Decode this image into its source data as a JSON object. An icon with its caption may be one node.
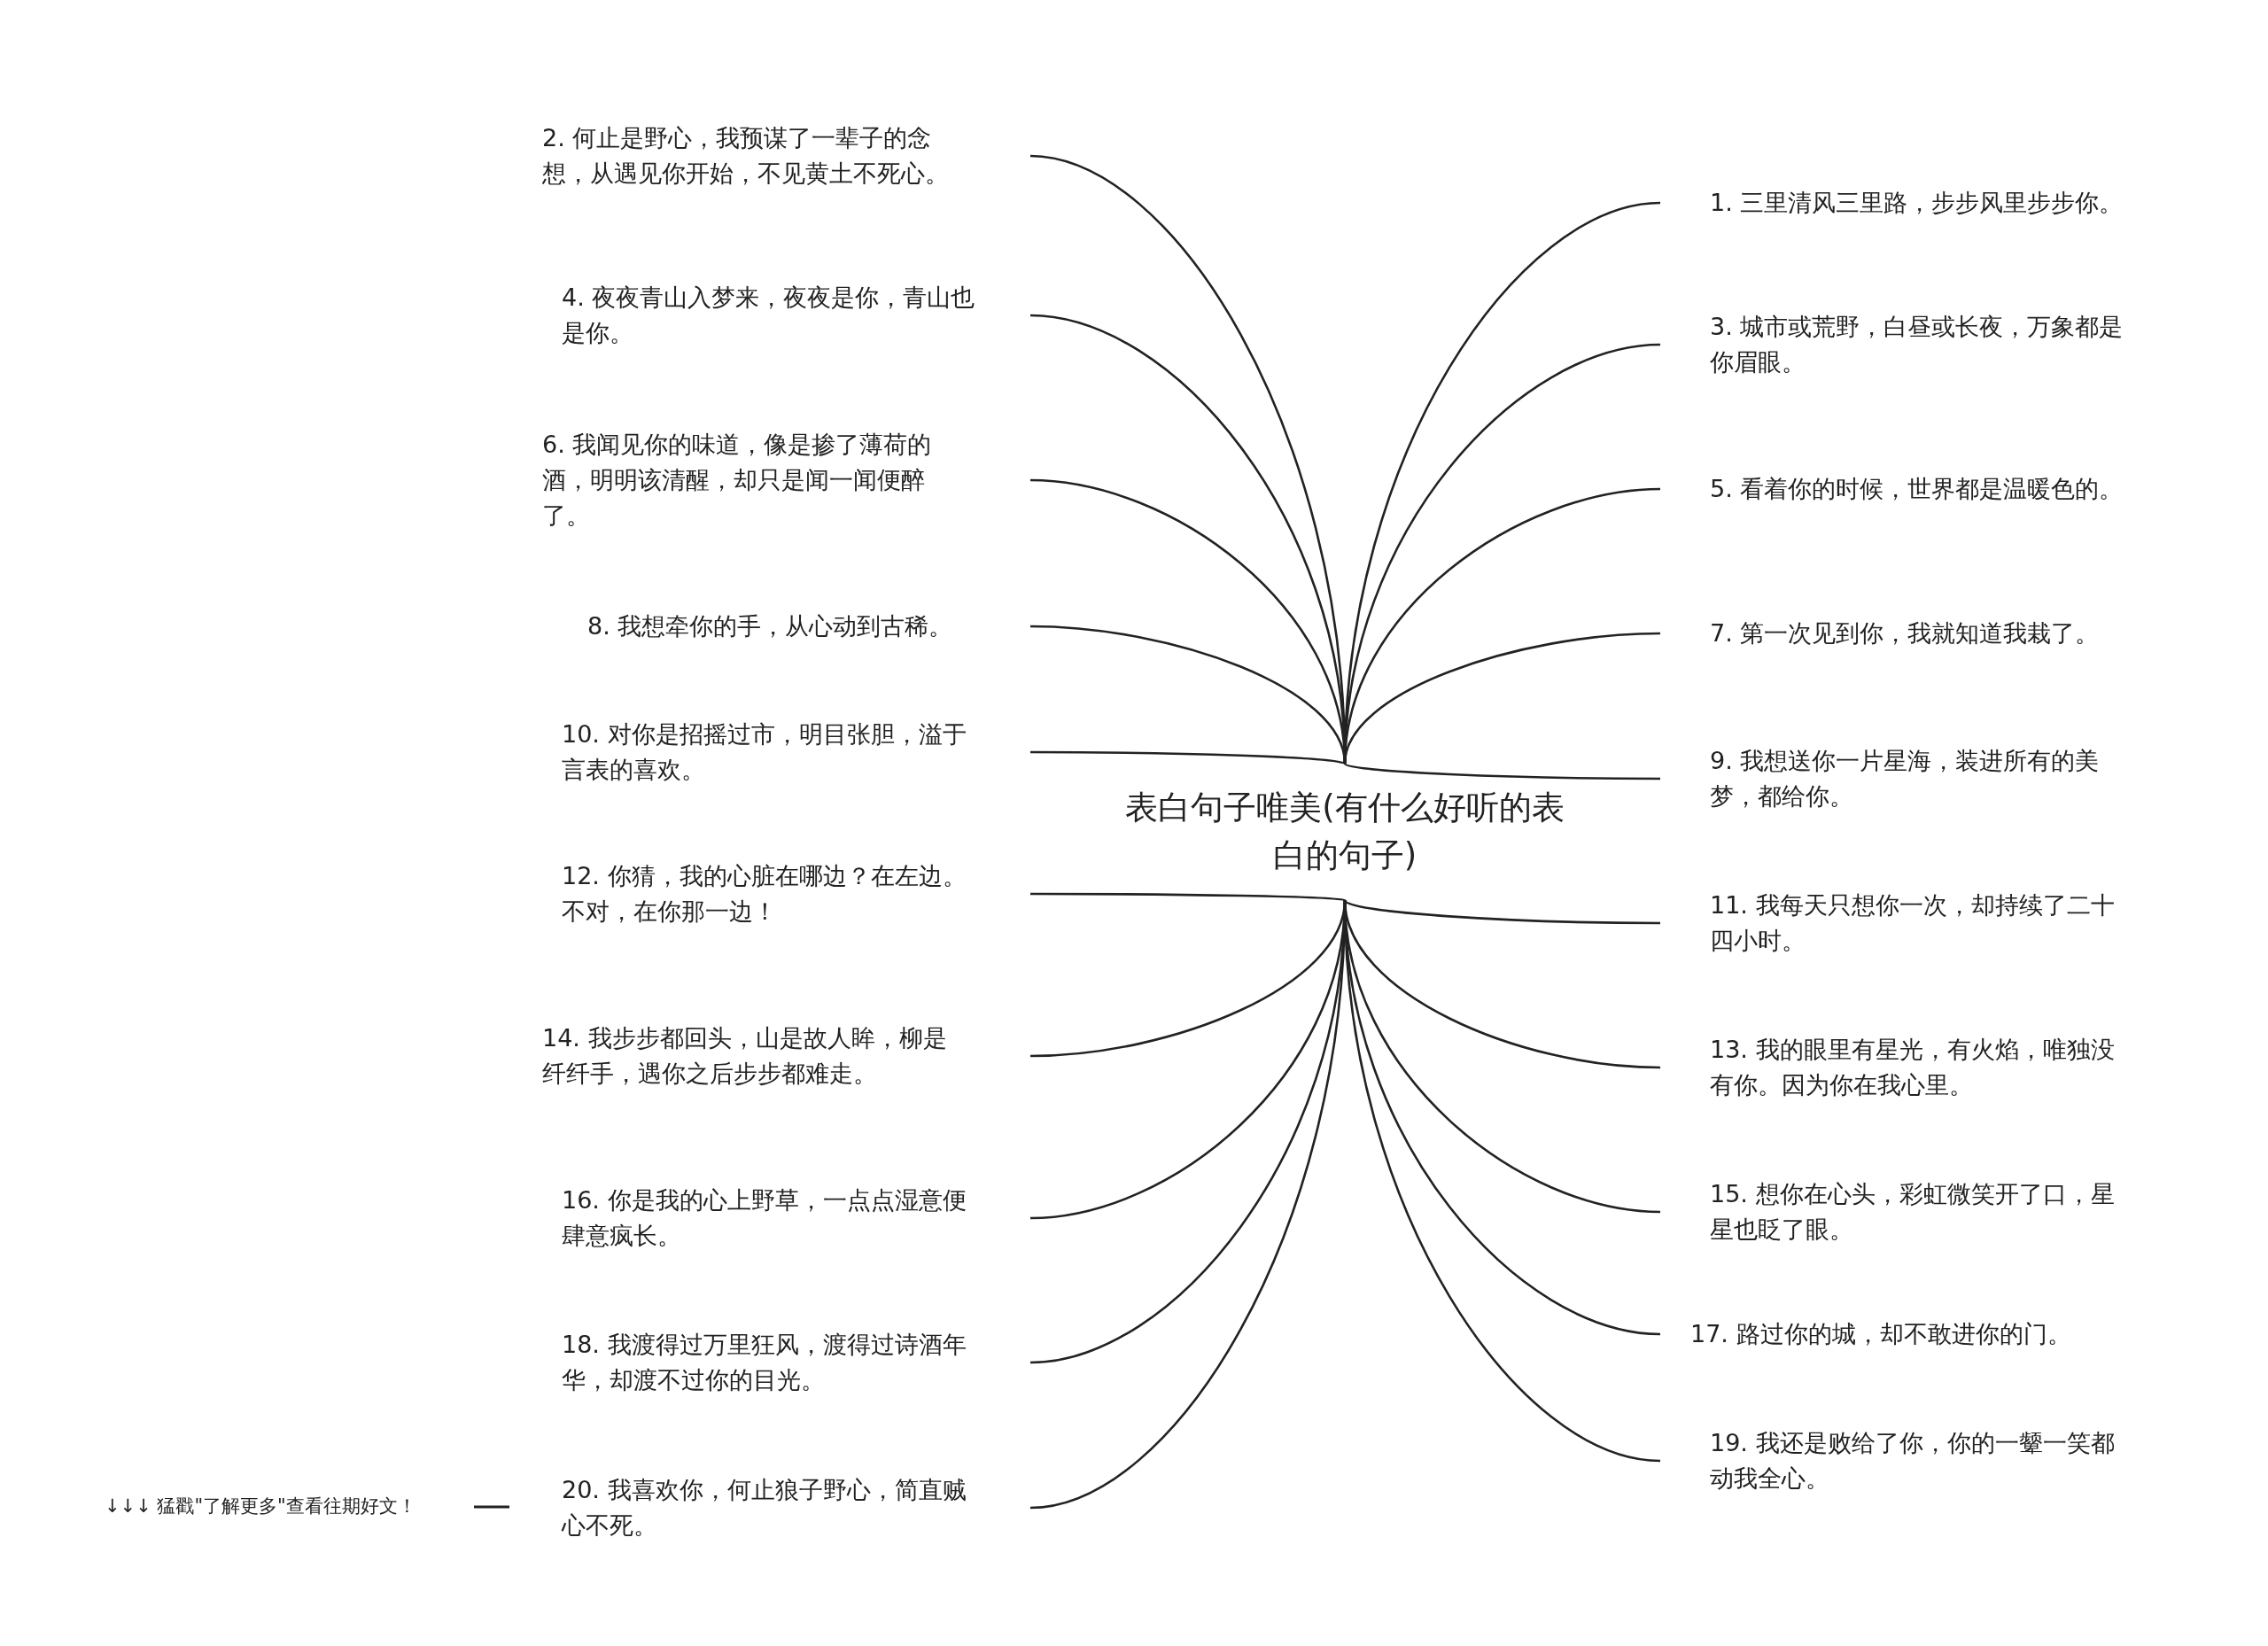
{
  "diagram": {
    "nodes": [
      {
        "text": [
          "表白句子唯美(有什么好听的表白的句子)"
        ]
      },
      {
        "text": [
          "1. 三里清风三里路，步步风里步步你。"
        ]
      },
      {
        "text": [
          "2. 何止是野心，我预谋了一辈子的念想，从遇见你开始，不见黄土不死心。"
        ]
      },
      {
        "text": [
          "3. 城市或荒野，白昼或长夜，万象都是你眉眼。"
        ]
      },
      {
        "text": [
          "4. 夜夜青山入梦来，夜夜是你，青山也是你。"
        ]
      },
      {
        "text": [
          "5. 看着你的时候，世界都是温暖色的。"
        ]
      },
      {
        "text": [
          "6. 我闻见你的味道，像是掺了薄荷的酒，明明该清醒，却只是闻一闻便醉了。"
        ]
      },
      {
        "text": [
          "7. 第一次见到你，我就知道我栽了。"
        ]
      },
      {
        "text": [
          "8. 我想牵你的手，从心动到古稀。"
        ]
      },
      {
        "text": [
          "9. 我想送你一片星海，装进所有的美梦，都给你。"
        ]
      },
      {
        "text": [
          "10. 对你是招摇过市，明目张胆，溢于言表的喜欢。"
        ]
      },
      {
        "text": [
          "11. 我每天只想你一次，却持续了二十四小时。"
        ]
      },
      {
        "text": [
          "12. 你猜，我的心脏在哪边？在左边。不对，在你那一边！"
        ]
      },
      {
        "text": [
          "13. 我的眼里有星光，有火焰，唯独没有你。因为你在我心里。"
        ]
      },
      {
        "text": [
          "14. 我步步都回头，山是故人眸，柳是纤纤手，遇你之后步步都难走。"
        ]
      },
      {
        "text": [
          "15. 想你在心头，彩虹微笑开了口，星星也眨了眼。"
        ]
      },
      {
        "text": [
          "16. 你是我的心上野草，一点点湿意便肆意疯长。"
        ]
      },
      {
        "text": [
          "17. 路过你的城，却不敢进你的门。"
        ]
      },
      {
        "text": [
          "18. 我渡得过万里狂风，渡得过诗酒年华，却渡不过你的目光。"
        ]
      },
      {
        "text": [
          "19. 我还是败给了你，你的一颦一笑都动我全心。"
        ]
      },
      {
        "text": [
          "20. 我喜欢你，何止狼子野心，简直贼心不死。"
        ]
      }
    ],
    "edges": [
      {
        "from": 0,
        "to": 1,
        "arrow": "none"
      },
      {
        "from": 0,
        "to": 2,
        "arrow": "none"
      },
      {
        "from": 0,
        "to": 3,
        "arrow": "none"
      },
      {
        "from": 0,
        "to": 4,
        "arrow": "none"
      },
      {
        "from": 0,
        "to": 5,
        "arrow": "none"
      },
      {
        "from": 0,
        "to": 6,
        "arrow": "none"
      },
      {
        "from": 0,
        "to": 7,
        "arrow": "none"
      },
      {
        "from": 0,
        "to": 8,
        "arrow": "none"
      },
      {
        "from": 0,
        "to": 9,
        "arrow": "none"
      },
      {
        "from": 0,
        "to": 10,
        "arrow": "none"
      },
      {
        "from": 0,
        "to": 11,
        "arrow": "none"
      },
      {
        "from": 0,
        "to": 12,
        "arrow": "none"
      },
      {
        "from": 0,
        "to": 13,
        "arrow": "none"
      },
      {
        "from": 0,
        "to": 14,
        "arrow": "none"
      },
      {
        "from": 0,
        "to": 15,
        "arrow": "none"
      },
      {
        "from": 0,
        "to": 16,
        "arrow": "none"
      },
      {
        "from": 0,
        "to": 17,
        "arrow": "none"
      },
      {
        "from": 0,
        "to": 18,
        "arrow": "none"
      },
      {
        "from": 0,
        "to": 19,
        "arrow": "none"
      },
      {
        "from": 0,
        "to": 20,
        "arrow": "none"
      }
    ],
    "labels": [
      "↓↓↓ 猛戳\"了解更多\"查看往期好文！"
    ]
  }
}
